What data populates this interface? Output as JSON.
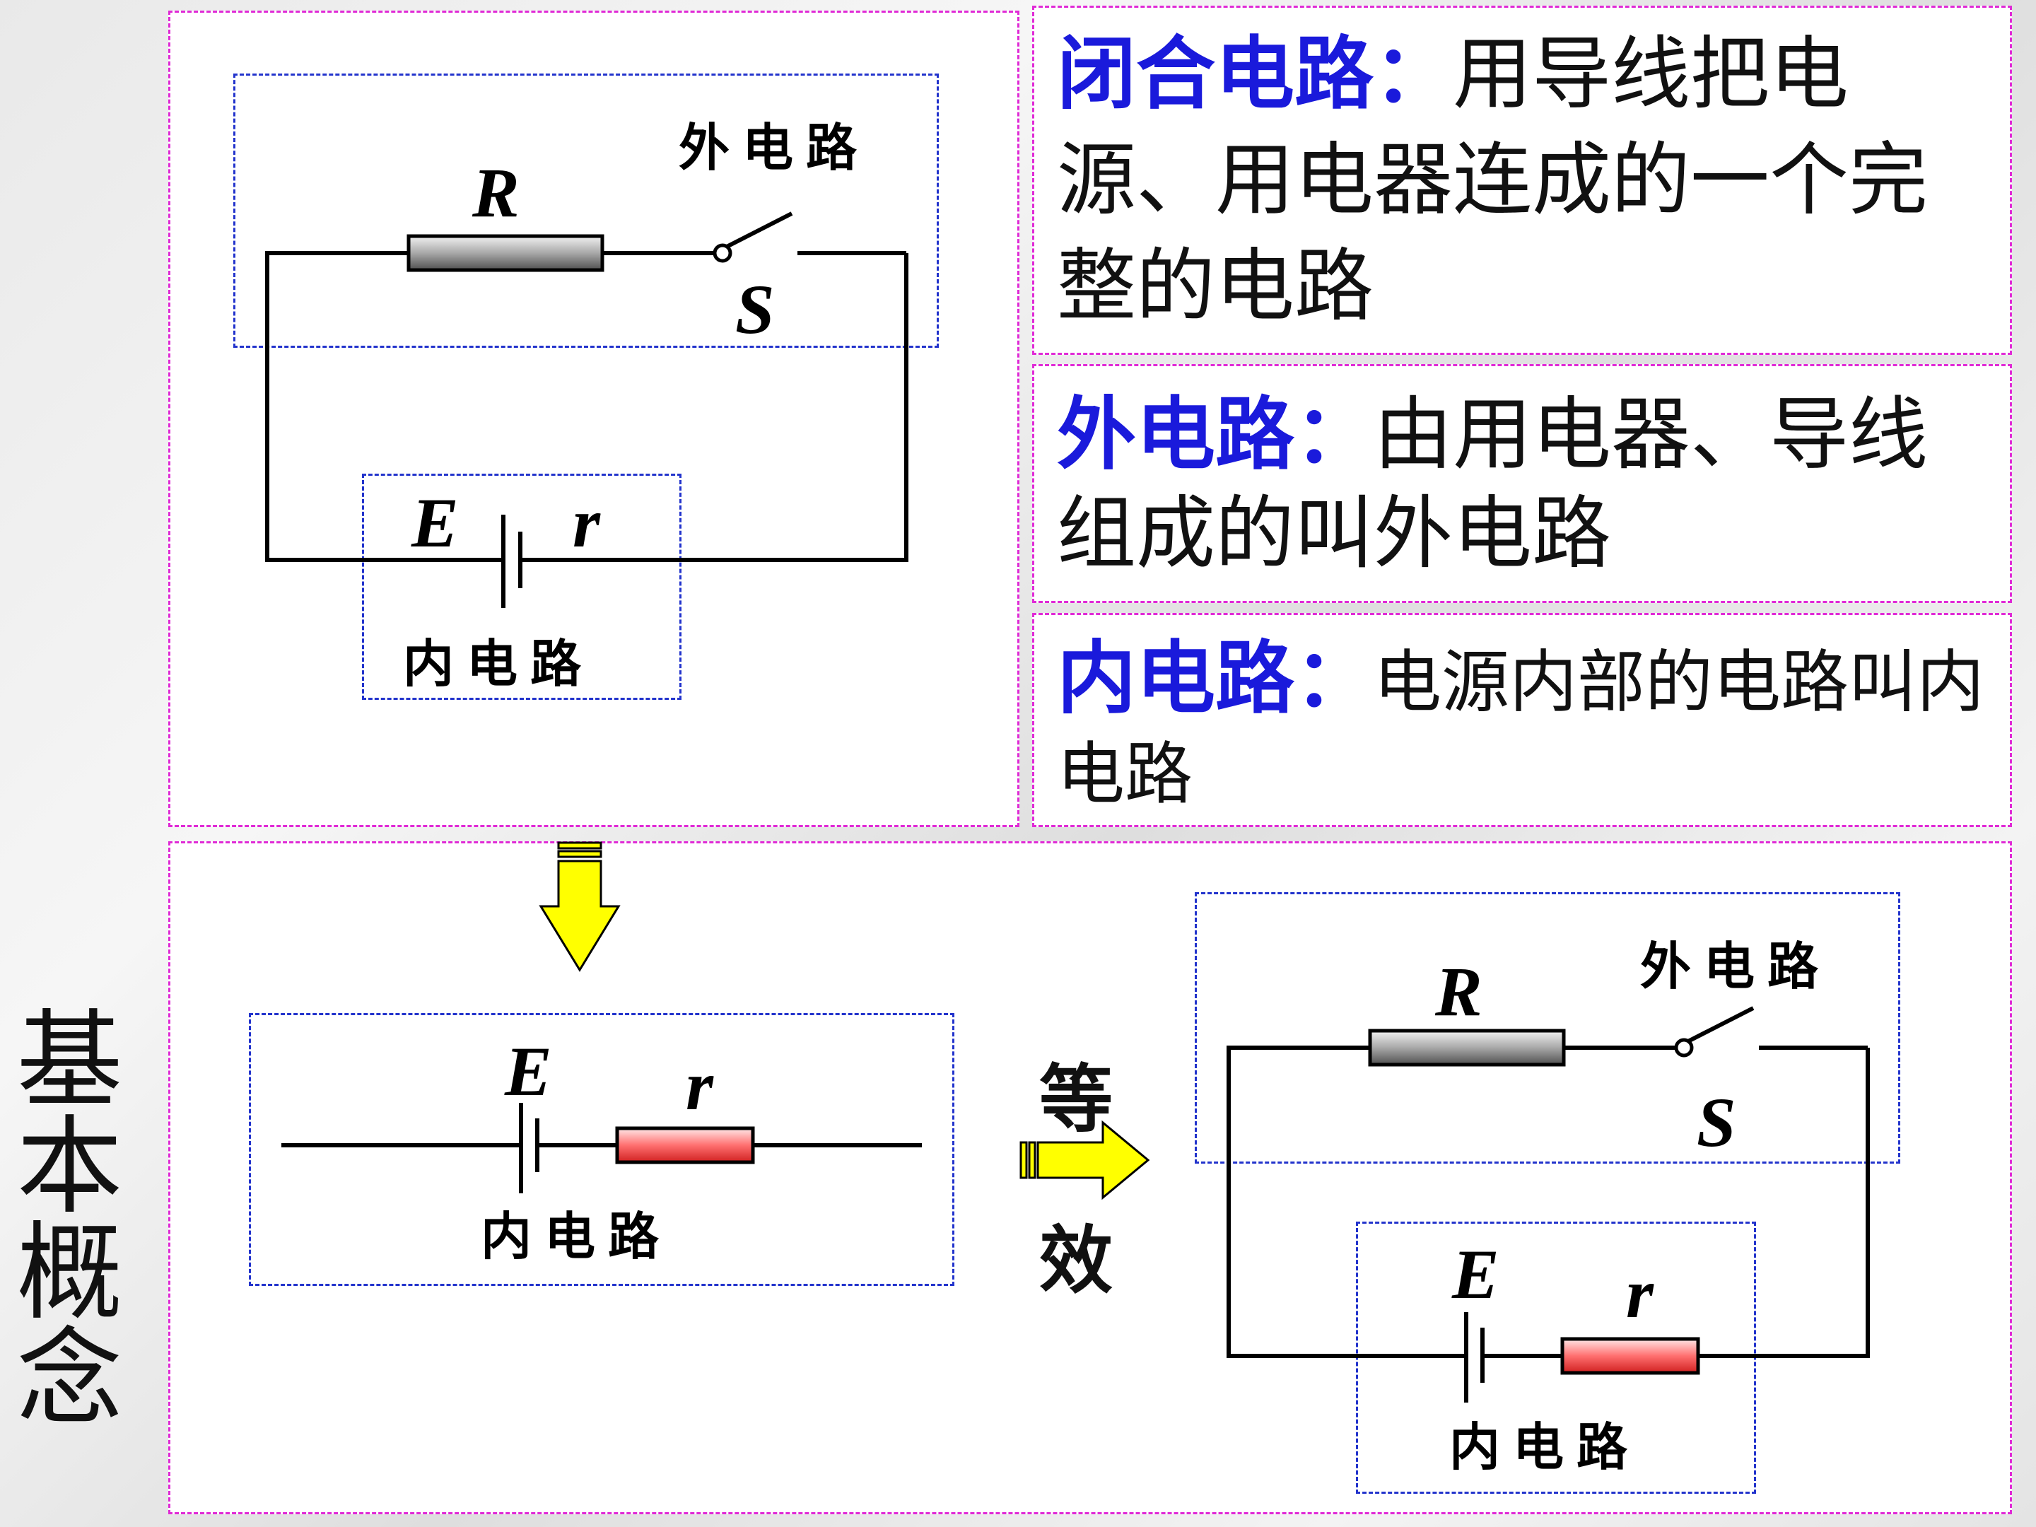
{
  "side_title": "基本概念",
  "definitions": {
    "closed": {
      "term": "闭合电路：",
      "text": "用导线把电源、用电器连成的一个完整的电路"
    },
    "outer": {
      "term": "外电路：",
      "text": "由用电器、导线组成的叫外电路"
    },
    "inner": {
      "term": "内电路：",
      "text": "电源内部的电路叫内电路"
    }
  },
  "labels": {
    "outer_circuit": "外电路",
    "inner_circuit": "内电路",
    "R": "R",
    "S": "S",
    "E": "E",
    "r": "r",
    "equivalent_top": "等",
    "equivalent_bottom": "效"
  },
  "colors": {
    "panel_border": "#e02ad6",
    "region_border": "#2233cc",
    "term_color": "#1a1adb",
    "arrow_fill": "#ffff00",
    "internal_resistor": "#ff6666"
  }
}
